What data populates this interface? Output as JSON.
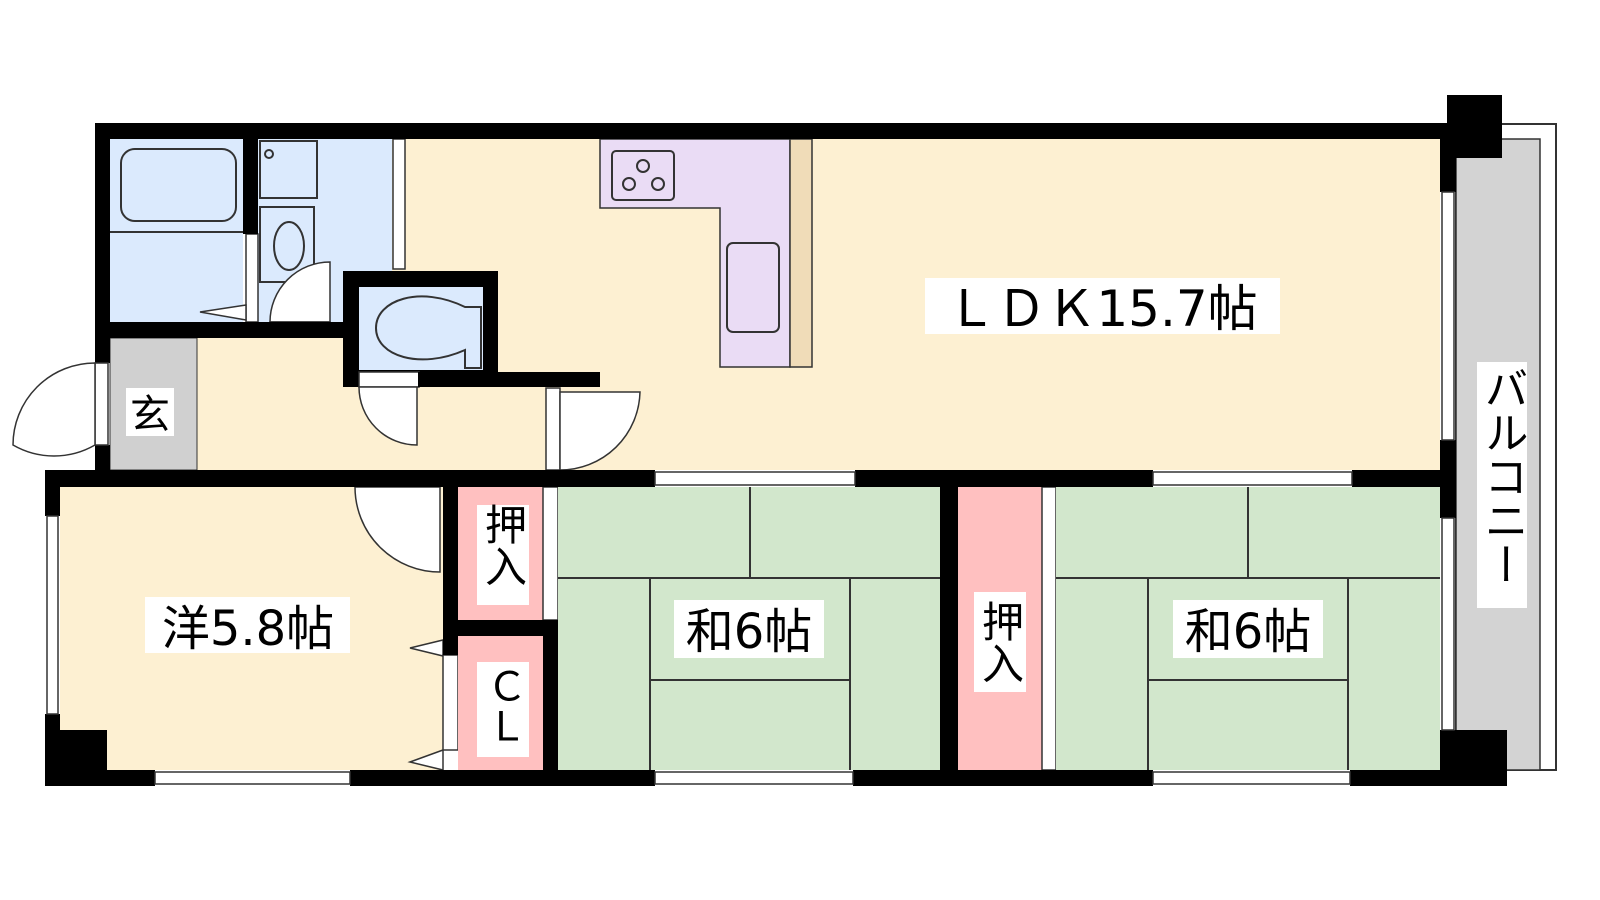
{
  "plan": {
    "ldk": "ＬＤＫ15.7帖",
    "western_room": "洋5.8帖",
    "japanese_room_1": "和6帖",
    "japanese_room_2": "和6帖",
    "closet_1": "押入",
    "closet_2": "押入",
    "cl": "ＣＬ",
    "entrance": "玄",
    "balcony": "バルコニー"
  },
  "colors": {
    "ldk": "#fdf0d2",
    "wet": "#dbeafd",
    "kitchen": "#eadcf5",
    "tatami": "#d2e7cc",
    "closet": "#ffc0c0",
    "entrance": "#d0d0d0",
    "balcony": "#d3d3d3"
  }
}
